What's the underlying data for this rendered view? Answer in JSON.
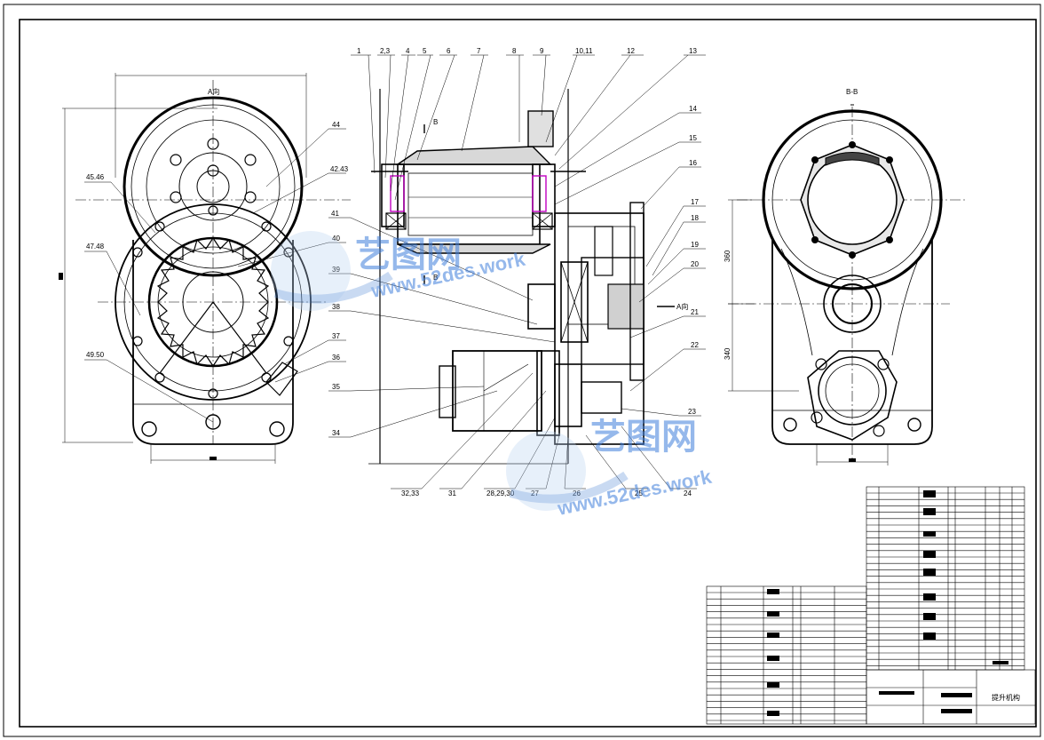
{
  "views": {
    "left_label": "A向",
    "right_label": "B-B",
    "section_marker": "B",
    "section_marker_b": "B",
    "view_marker": "A向"
  },
  "left_dims": [
    "45.46",
    "47.48",
    "49.50",
    "42.43",
    "44",
    "40",
    "39",
    "38",
    "37",
    "36",
    "35",
    "34"
  ],
  "right_dims": [
    "360",
    "340"
  ],
  "balloons_top": [
    "1",
    "2,3",
    "4",
    "5",
    "6",
    "7",
    "8",
    "9",
    "10,11",
    "12",
    "13"
  ],
  "balloons_right": [
    "14",
    "15",
    "16",
    "17",
    "18",
    "19",
    "20",
    "21",
    "22",
    "23"
  ],
  "balloons_bottom": [
    "32,33",
    "31",
    "28,29,30",
    "27",
    "26",
    "25",
    "24"
  ],
  "balloons_left_section": [
    "41",
    "40",
    "39",
    "38"
  ],
  "watermark": {
    "brand": "艺图网",
    "url": "www.52des.work"
  },
  "title_block": {
    "title": "提升机构"
  }
}
